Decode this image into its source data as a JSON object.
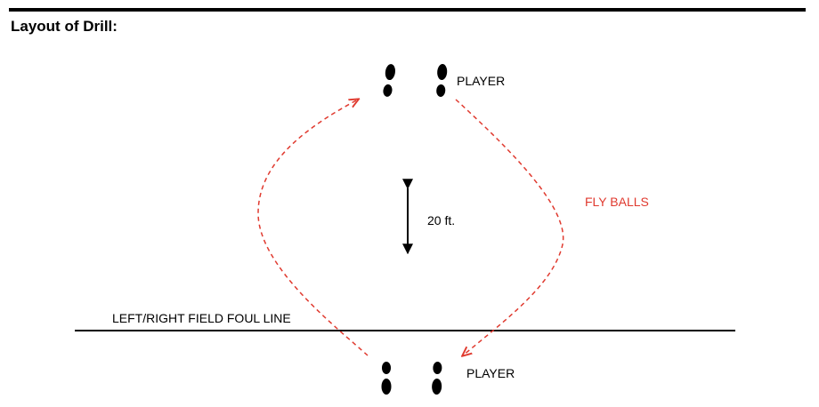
{
  "heading": "Layout of Drill:",
  "player_top_label": "PLAYER",
  "player_bottom_label": "PLAYER",
  "distance_label": "20 ft.",
  "fly_balls_label": "FLY BALLS",
  "foul_line_label": "LEFT/RIGHT FIELD FOUL LINE",
  "colors": {
    "arrows": "#e03a2f",
    "ink": "#000000"
  }
}
